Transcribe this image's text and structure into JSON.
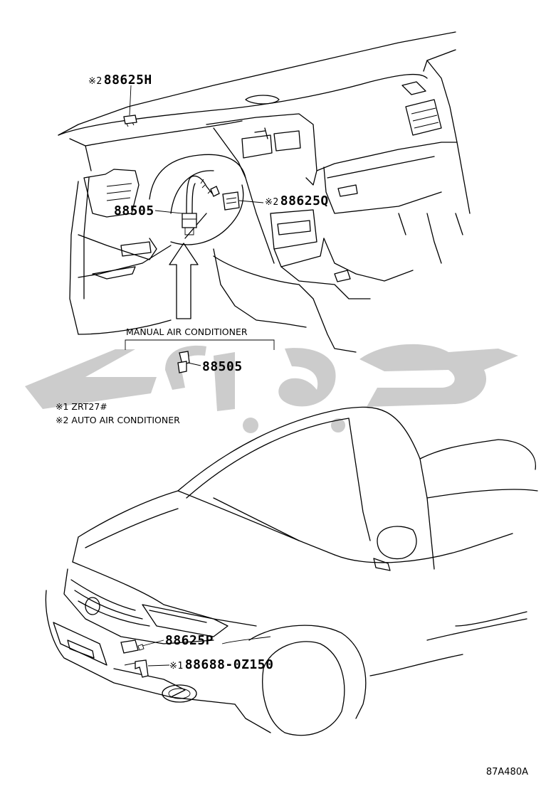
{
  "diagram": {
    "callouts": {
      "sensor_88625H": {
        "marker": "※2",
        "part": "88625H"
      },
      "sensor_88505_dash": {
        "part": "88505"
      },
      "sensor_88625Q": {
        "marker": "※2",
        "part": "88625Q"
      },
      "sensor_88505_manual": {
        "part": "88505"
      },
      "sensor_88625P": {
        "part": "88625P"
      },
      "bracket_88688": {
        "marker": "※1",
        "part": "88688-0Z150"
      }
    },
    "group_heading": "MANUAL AIR CONDITIONER",
    "notes": [
      {
        "marker": "※1",
        "text": "ZRT27#"
      },
      {
        "marker": "※2",
        "text": "AUTO AIR CONDITIONER"
      }
    ],
    "figure_code": "87A480A",
    "watermark_color": "#cccccc"
  }
}
